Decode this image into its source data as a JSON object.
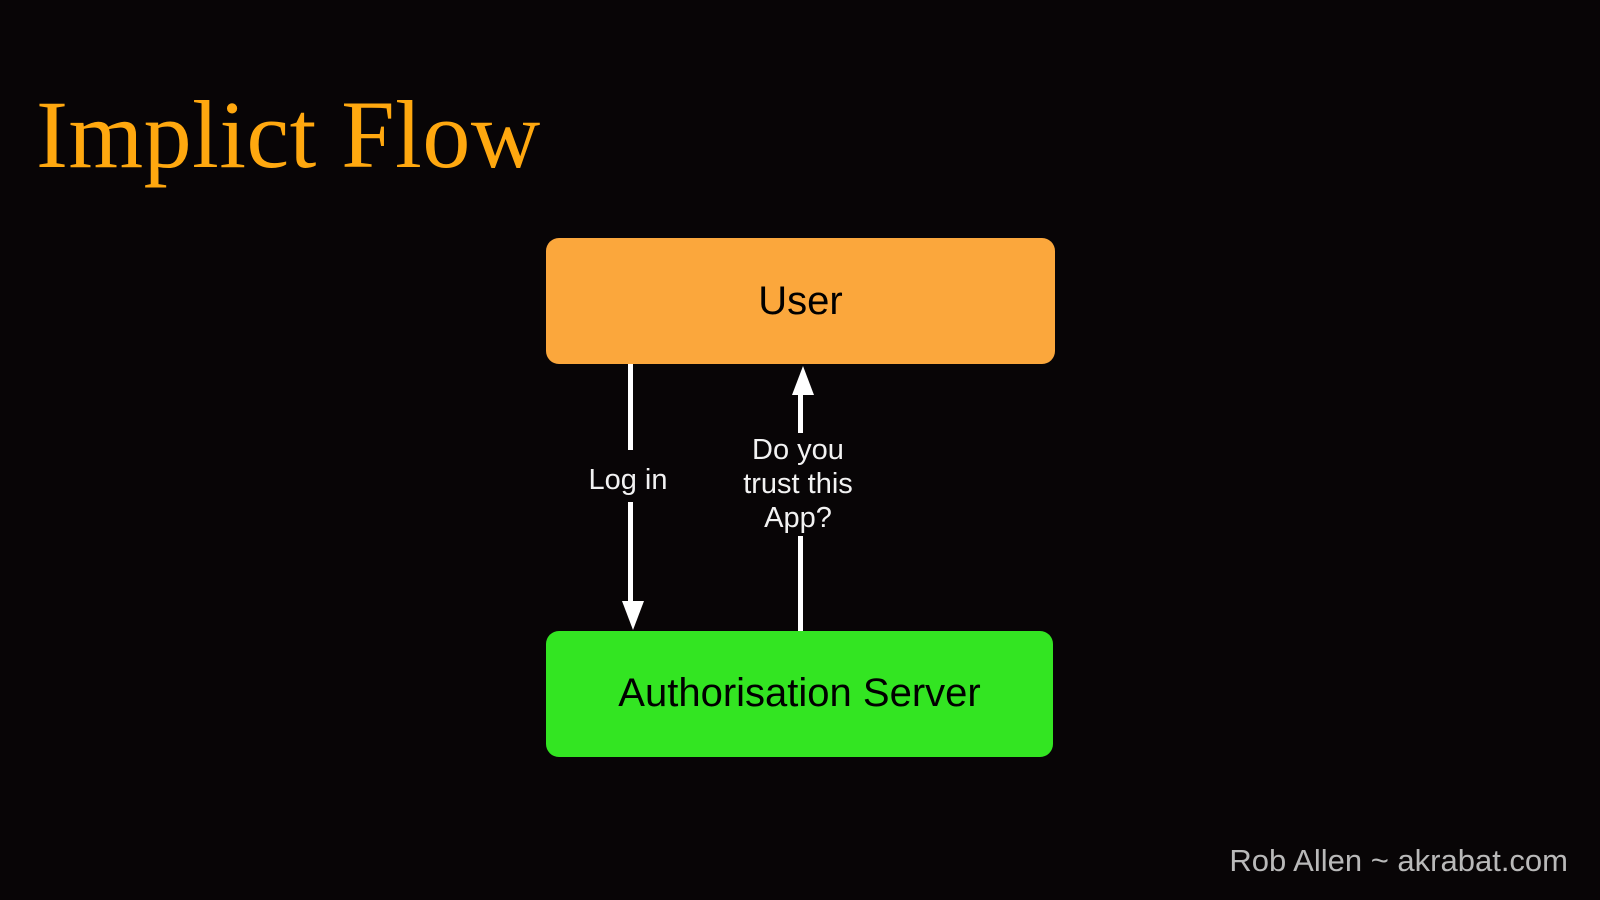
{
  "slide": {
    "title": "Implict Flow",
    "background_color": "#080506",
    "title_color": "#FFA80F"
  },
  "diagram": {
    "type": "flow",
    "nodes": [
      {
        "id": "user",
        "label": "User",
        "fill": "#FBA73C",
        "text_color": "#000000"
      },
      {
        "id": "auth-server",
        "label": "Authorisation\nServer",
        "fill": "#33E522",
        "text_color": "#000000"
      }
    ],
    "edges": [
      {
        "id": "login",
        "from": "user",
        "to": "auth-server",
        "label": "Log in",
        "direction": "down",
        "color": "#FFFFFF"
      },
      {
        "id": "trust",
        "from": "auth-server",
        "to": "user",
        "label": "Do you\ntrust this\nApp?",
        "direction": "up",
        "color": "#FFFFFF"
      }
    ]
  },
  "footer": {
    "credit": "Rob Allen ~ akrabat.com",
    "color": "#B9B9B9"
  }
}
